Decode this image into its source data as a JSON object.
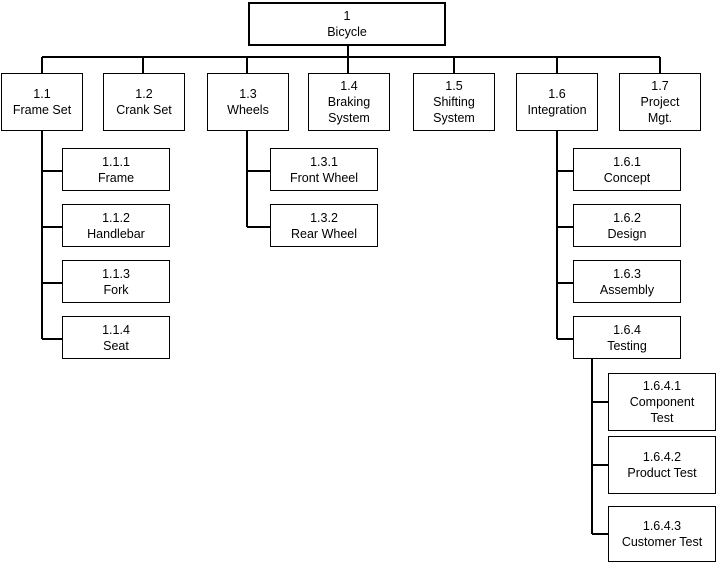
{
  "wbs": {
    "root": {
      "id": "1",
      "name": [
        "Bicycle"
      ]
    },
    "l1_1": {
      "id": "1.1",
      "name": [
        "Frame Set"
      ]
    },
    "l1_2": {
      "id": "1.2",
      "name": [
        "Crank Set"
      ]
    },
    "l1_3": {
      "id": "1.3",
      "name": [
        "Wheels"
      ]
    },
    "l1_4": {
      "id": "1.4",
      "name": [
        "Braking",
        "System"
      ]
    },
    "l1_5": {
      "id": "1.5",
      "name": [
        "Shifting",
        "System"
      ]
    },
    "l1_6": {
      "id": "1.6",
      "name": [
        "Integration"
      ]
    },
    "l1_7": {
      "id": "1.7",
      "name": [
        "Project",
        "Mgt."
      ]
    },
    "l2_1_1": {
      "id": "1.1.1",
      "name": [
        "Frame"
      ]
    },
    "l2_1_2": {
      "id": "1.1.2",
      "name": [
        "Handlebar"
      ]
    },
    "l2_1_3": {
      "id": "1.1.3",
      "name": [
        "Fork"
      ]
    },
    "l2_1_4": {
      "id": "1.1.4",
      "name": [
        "Seat"
      ]
    },
    "l2_3_1": {
      "id": "1.3.1",
      "name": [
        "Front Wheel"
      ]
    },
    "l2_3_2": {
      "id": "1.3.2",
      "name": [
        "Rear Wheel"
      ]
    },
    "l2_6_1": {
      "id": "1.6.1",
      "name": [
        "Concept"
      ]
    },
    "l2_6_2": {
      "id": "1.6.2",
      "name": [
        "Design"
      ]
    },
    "l2_6_3": {
      "id": "1.6.3",
      "name": [
        "Assembly"
      ]
    },
    "l2_6_4": {
      "id": "1.6.4",
      "name": [
        "Testing"
      ]
    },
    "l3_6_4_1": {
      "id": "1.6.4.1",
      "name": [
        "Component",
        "Test"
      ]
    },
    "l3_6_4_2": {
      "id": "1.6.4.2",
      "name": [
        "Product Test"
      ]
    },
    "l3_6_4_3": {
      "id": "1.6.4.3",
      "name": [
        "Customer Test"
      ]
    }
  }
}
